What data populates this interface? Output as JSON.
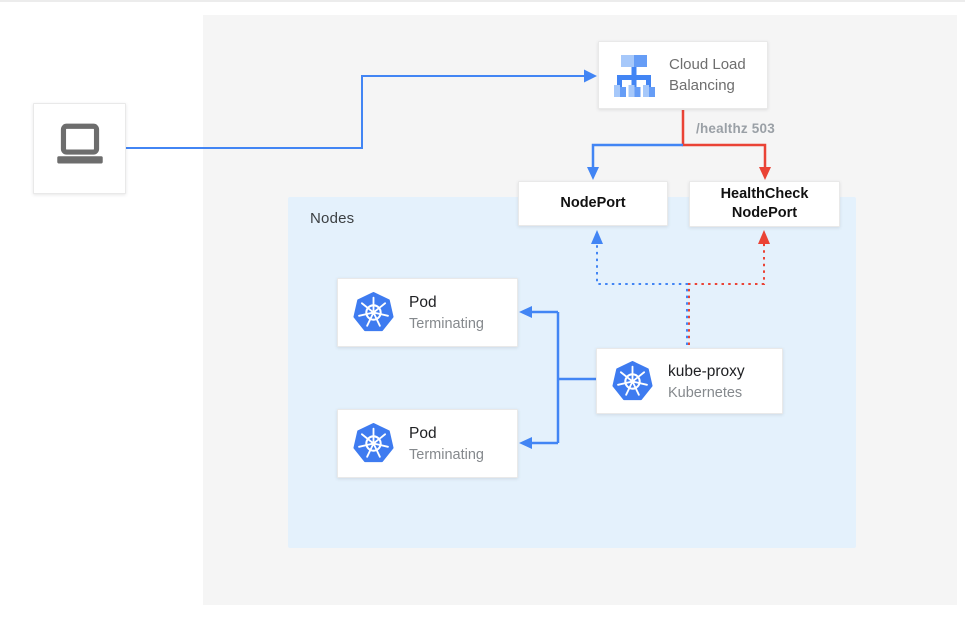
{
  "colors": {
    "blue": "#4285F4",
    "red": "#EA4335",
    "panel_bg": "#F5F5F5",
    "nodes_bg": "#E4F1FC",
    "k8s_blue": "#3E7BF0",
    "icon_gray": "#6D6D6D",
    "label_gray": "#9AA0A6"
  },
  "icons": {
    "client": "laptop-icon",
    "load_balancer": "cloud-load-balancing-icon",
    "pod": "kubernetes-helm-icon",
    "kube_proxy": "kubernetes-helm-icon"
  },
  "load_balancer": {
    "line1": "Cloud Load",
    "line2": "Balancing"
  },
  "healthz_label": "/healthz 503",
  "node_port": {
    "label": "NodePort"
  },
  "healthcheck_node_port": {
    "line1": "HealthCheck",
    "line2": "NodePort"
  },
  "nodes_group": {
    "label": "Nodes"
  },
  "pods": [
    {
      "title": "Pod",
      "subtitle": "Terminating"
    },
    {
      "title": "Pod",
      "subtitle": "Terminating"
    }
  ],
  "kube_proxy": {
    "title": "kube-proxy",
    "subtitle": "Kubernetes"
  }
}
